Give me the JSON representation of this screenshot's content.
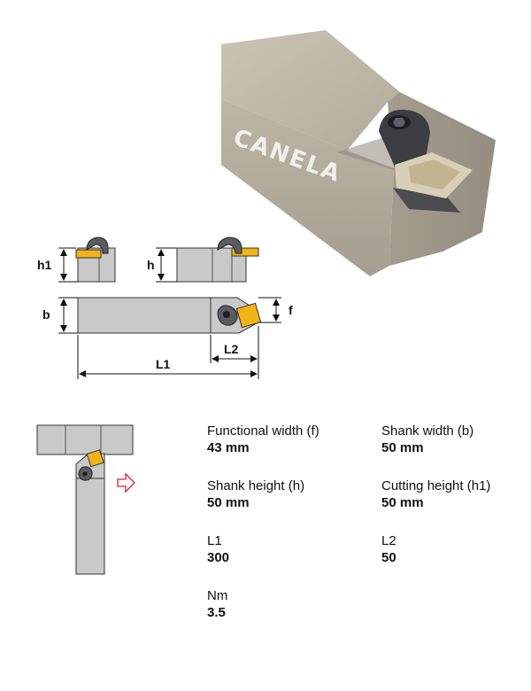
{
  "product_photo": {
    "brand": "CANELA"
  },
  "diagram": {
    "labels": {
      "h1": "h1",
      "h": "h",
      "b": "b",
      "f": "f",
      "l1": "L1",
      "l2": "L2"
    }
  },
  "specs": [
    {
      "label": "Functional width (f)",
      "value": "43 mm"
    },
    {
      "label": "Shank width (b)",
      "value": "50 mm"
    },
    {
      "label": "Shank height (h)",
      "value": "50 mm"
    },
    {
      "label": "Cutting height (h1)",
      "value": "50 mm"
    },
    {
      "label": "L1",
      "value": "300"
    },
    {
      "label": "L2",
      "value": "50"
    },
    {
      "label": "Nm",
      "value": "3.5"
    }
  ],
  "colors": {
    "shank_gray": "#c9c9c9",
    "insert_yellow": "#f2b319",
    "outline": "#333333",
    "arrow_red": "#d9213a"
  }
}
